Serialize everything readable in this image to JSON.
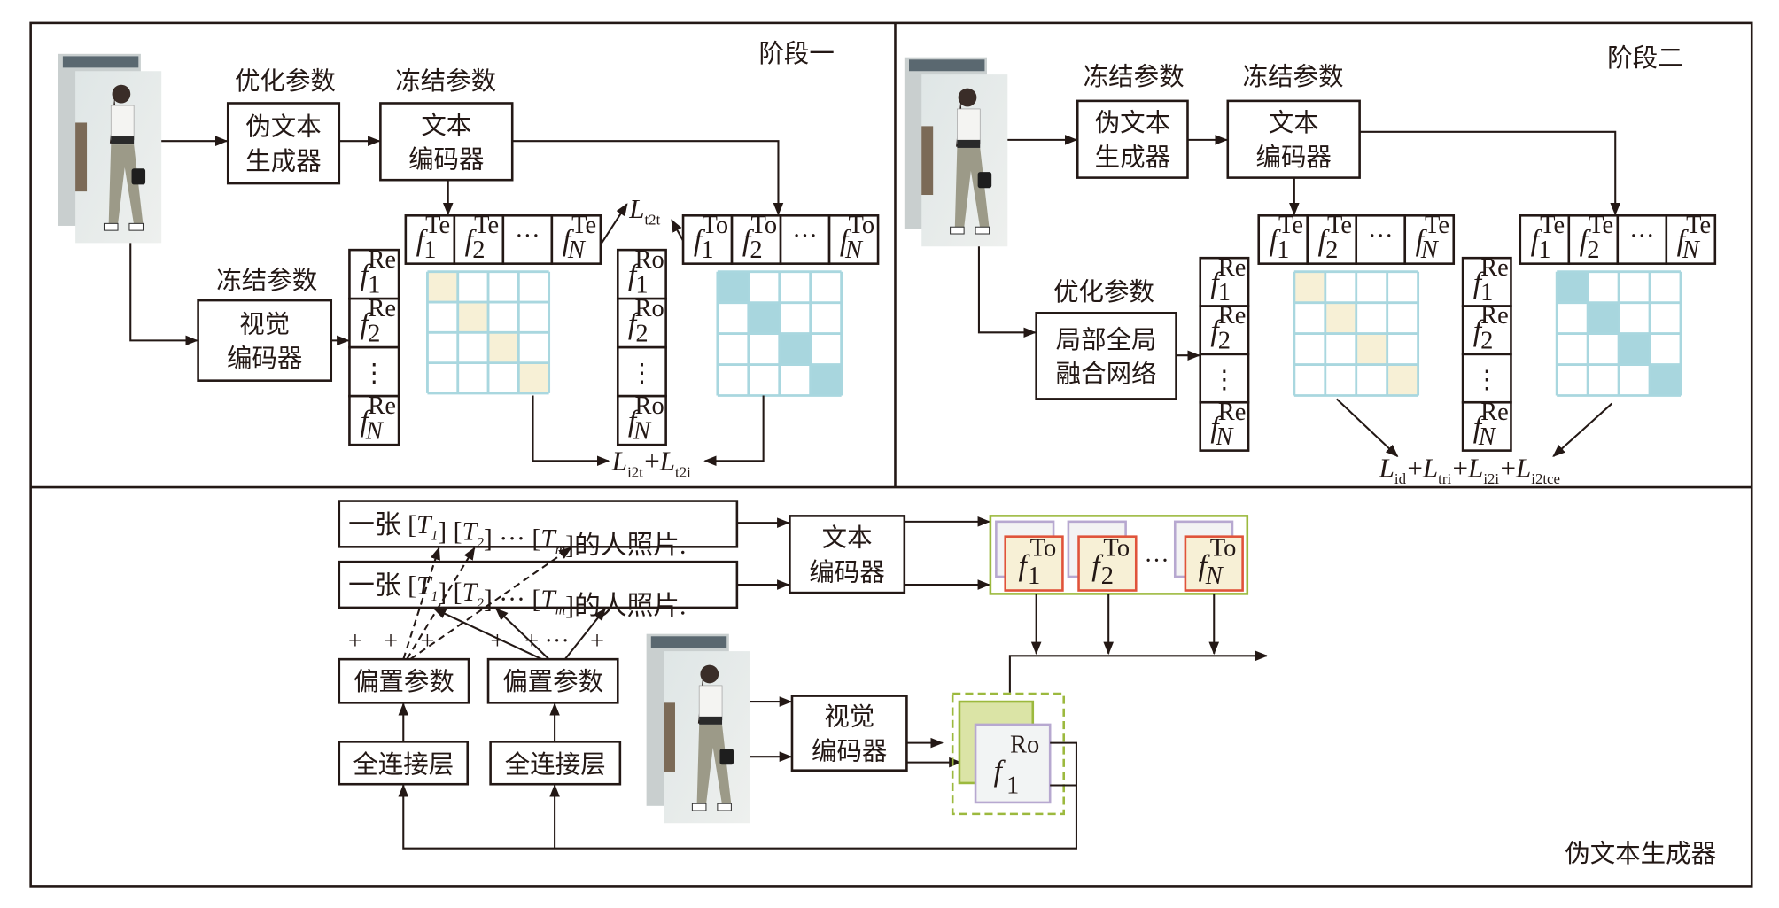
{
  "stage1": {
    "title": "阶段一",
    "opt_label": "优化参数",
    "freeze_label_text": "冻结参数",
    "freeze_label_visual": "冻结参数",
    "pseudo_text_generator": [
      "伪文本",
      "生成器"
    ],
    "text_encoder": [
      "文本",
      "编码器"
    ],
    "visual_encoder": [
      "视觉",
      "编码器"
    ],
    "te_row": [
      {
        "sup": "Te",
        "sub": "1"
      },
      {
        "sup": "Te",
        "sub": "2"
      },
      {
        "ellipsis": "···"
      },
      {
        "sup": "Te",
        "sub": "N"
      }
    ],
    "to_row": [
      {
        "sup": "To",
        "sub": "1"
      },
      {
        "sup": "To",
        "sub": "2"
      },
      {
        "ellipsis": "···"
      },
      {
        "sup": "To",
        "sub": "N"
      }
    ],
    "re_col": [
      {
        "sup": "Re",
        "sub": "1"
      },
      {
        "sup": "Re",
        "sub": "2"
      },
      {
        "vdots": "⋮"
      },
      {
        "sup": "Re",
        "sub": "N"
      }
    ],
    "ro_col": [
      {
        "sup": "Ro",
        "sub": "1"
      },
      {
        "sup": "Ro",
        "sub": "2"
      },
      {
        "vdots": "⋮"
      },
      {
        "sup": "Ro",
        "sub": "N"
      }
    ],
    "loss_t2t": [
      {
        "base": "L",
        "sub": "t2t"
      }
    ],
    "loss_sum": [
      {
        "base": "L",
        "sub": "i2t"
      },
      {
        "op": "+"
      },
      {
        "base": "L",
        "sub": "t2i"
      }
    ]
  },
  "stage2": {
    "title": "阶段二",
    "freeze_label_generator": "冻结参数",
    "freeze_label_text": "冻结参数",
    "opt_label": "优化参数",
    "pseudo_text_generator": [
      "伪文本",
      "生成器"
    ],
    "text_encoder": [
      "文本",
      "编码器"
    ],
    "fusion_network": [
      "局部全局",
      "融合网络"
    ],
    "te_row_a": [
      {
        "sup": "Te",
        "sub": "1"
      },
      {
        "sup": "Te",
        "sub": "2"
      },
      {
        "ellipsis": "···"
      },
      {
        "sup": "Te",
        "sub": "N"
      }
    ],
    "te_row_b": [
      {
        "sup": "Te",
        "sub": "1"
      },
      {
        "sup": "Te",
        "sub": "2"
      },
      {
        "ellipsis": "···"
      },
      {
        "sup": "Te",
        "sub": "N"
      }
    ],
    "re_col_a": [
      {
        "sup": "Re",
        "sub": "1"
      },
      {
        "sup": "Re",
        "sub": "2"
      },
      {
        "vdots": "⋮"
      },
      {
        "sup": "Re",
        "sub": "N"
      }
    ],
    "re_col_b": [
      {
        "sup": "Re",
        "sub": "1"
      },
      {
        "sup": "Re",
        "sub": "2"
      },
      {
        "vdots": "⋮"
      },
      {
        "sup": "Re",
        "sub": "N"
      }
    ],
    "loss_sum": [
      {
        "base": "L",
        "sub": "id"
      },
      {
        "op": "+"
      },
      {
        "base": "L",
        "sub": "tri"
      },
      {
        "op": "+"
      },
      {
        "base": "L",
        "sub": "i2i"
      },
      {
        "op": "+"
      },
      {
        "base": "L",
        "sub": "i2tce"
      }
    ]
  },
  "generator": {
    "title": "伪文本生成器",
    "prompt": [
      {
        "t": "一张 ["
      },
      {
        "i": "T",
        "sub": "1"
      },
      {
        "t": "] ["
      },
      {
        "i": "T",
        "sub": "2"
      },
      {
        "t": "] ··· ["
      },
      {
        "i": "T",
        "sub": "m"
      },
      {
        "t": "]的人照片."
      }
    ],
    "text_encoder": [
      "文本",
      "编码器"
    ],
    "visual_encoder": [
      "视觉",
      "编码器"
    ],
    "bias_params": [
      "偏置参数",
      "偏置参数"
    ],
    "fc_layers": [
      "全连接层",
      "全连接层"
    ],
    "plus_signs": [
      "+",
      "+",
      "+",
      "+",
      "+",
      "···",
      "+"
    ],
    "to_features": [
      {
        "sup": "To",
        "sub": "1"
      },
      {
        "sup": "To",
        "sub": "2"
      },
      {
        "sup": "To",
        "sub": "N"
      }
    ],
    "to_ellipsis": "···",
    "ro_feature": {
      "sup": "Ro",
      "sub": "1"
    }
  },
  "colors": {
    "grid_line": "#a9d7df",
    "beige": "#f7f0d6",
    "teal": "#a8d6de",
    "green": "#9cb93e",
    "green_fill": "#dbe4a6",
    "red": "#e0533a",
    "purple": "#b7a8d0",
    "ink": "#231815"
  }
}
